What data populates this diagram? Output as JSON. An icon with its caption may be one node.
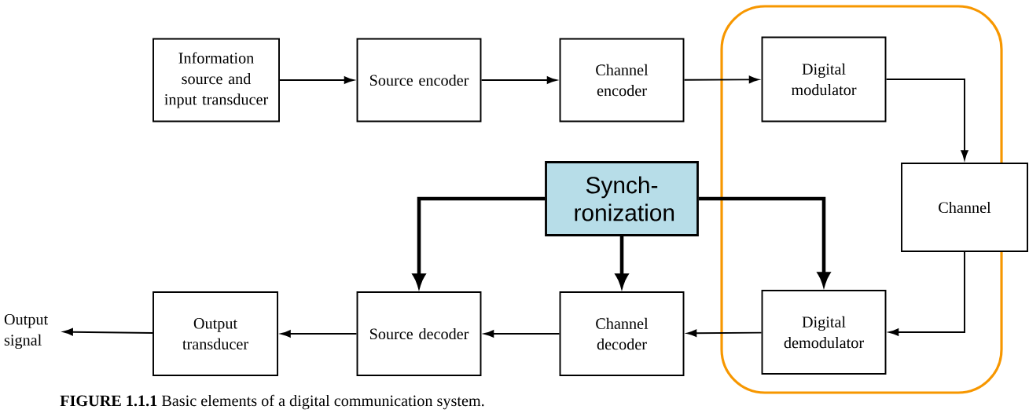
{
  "diagram": {
    "caption": "**FIGURE 1.1.1** Basic elements of a digital communication system.",
    "nodes": [
      {
        "text": [
          "Information source and input transducer"
        ]
      },
      {
        "text": [
          "Source encoder"
        ]
      },
      {
        "text": [
          "Channel encoder"
        ]
      },
      {
        "text": [],
        "shape": "box"
      },
      {
        "text": [
          "Digital modulator"
        ],
        "in": 3
      },
      {
        "text": [
          "Synch- ronization"
        ]
      },
      {
        "text": [
          "Channel"
        ]
      },
      {
        "text": [
          "Output signal"
        ]
      },
      {
        "text": [
          "Output transducer"
        ]
      },
      {
        "text": [
          "Source decoder"
        ]
      },
      {
        "text": [
          "Channel decoder"
        ]
      },
      {
        "text": [
          "Digital demodulator"
        ],
        "in": 3
      }
    ],
    "edges": [
      {
        "from": 0,
        "to": 1,
        "arrow": "to"
      },
      {
        "from": 1,
        "to": 2,
        "arrow": "to"
      },
      {
        "from": 2,
        "to": 4,
        "arrow": "to"
      },
      {
        "from": 4,
        "to": 6,
        "arrow": "to"
      },
      {
        "from": 6,
        "to": 11,
        "arrow": "to"
      },
      {
        "from": 11,
        "to": 10,
        "arrow": "to"
      },
      {
        "from": 10,
        "to": 9,
        "arrow": "to"
      },
      {
        "from": 9,
        "to": 8,
        "arrow": "to"
      },
      {
        "from": 8,
        "to": 7,
        "arrow": "to"
      },
      {
        "from": 5,
        "to": 9,
        "arrow": "to",
        "style": "thick"
      },
      {
        "from": 5,
        "to": 10,
        "arrow": "to",
        "style": "thick"
      },
      {
        "from": 5,
        "to": 11,
        "arrow": "to",
        "style": "thick"
      }
    ]
  }
}
